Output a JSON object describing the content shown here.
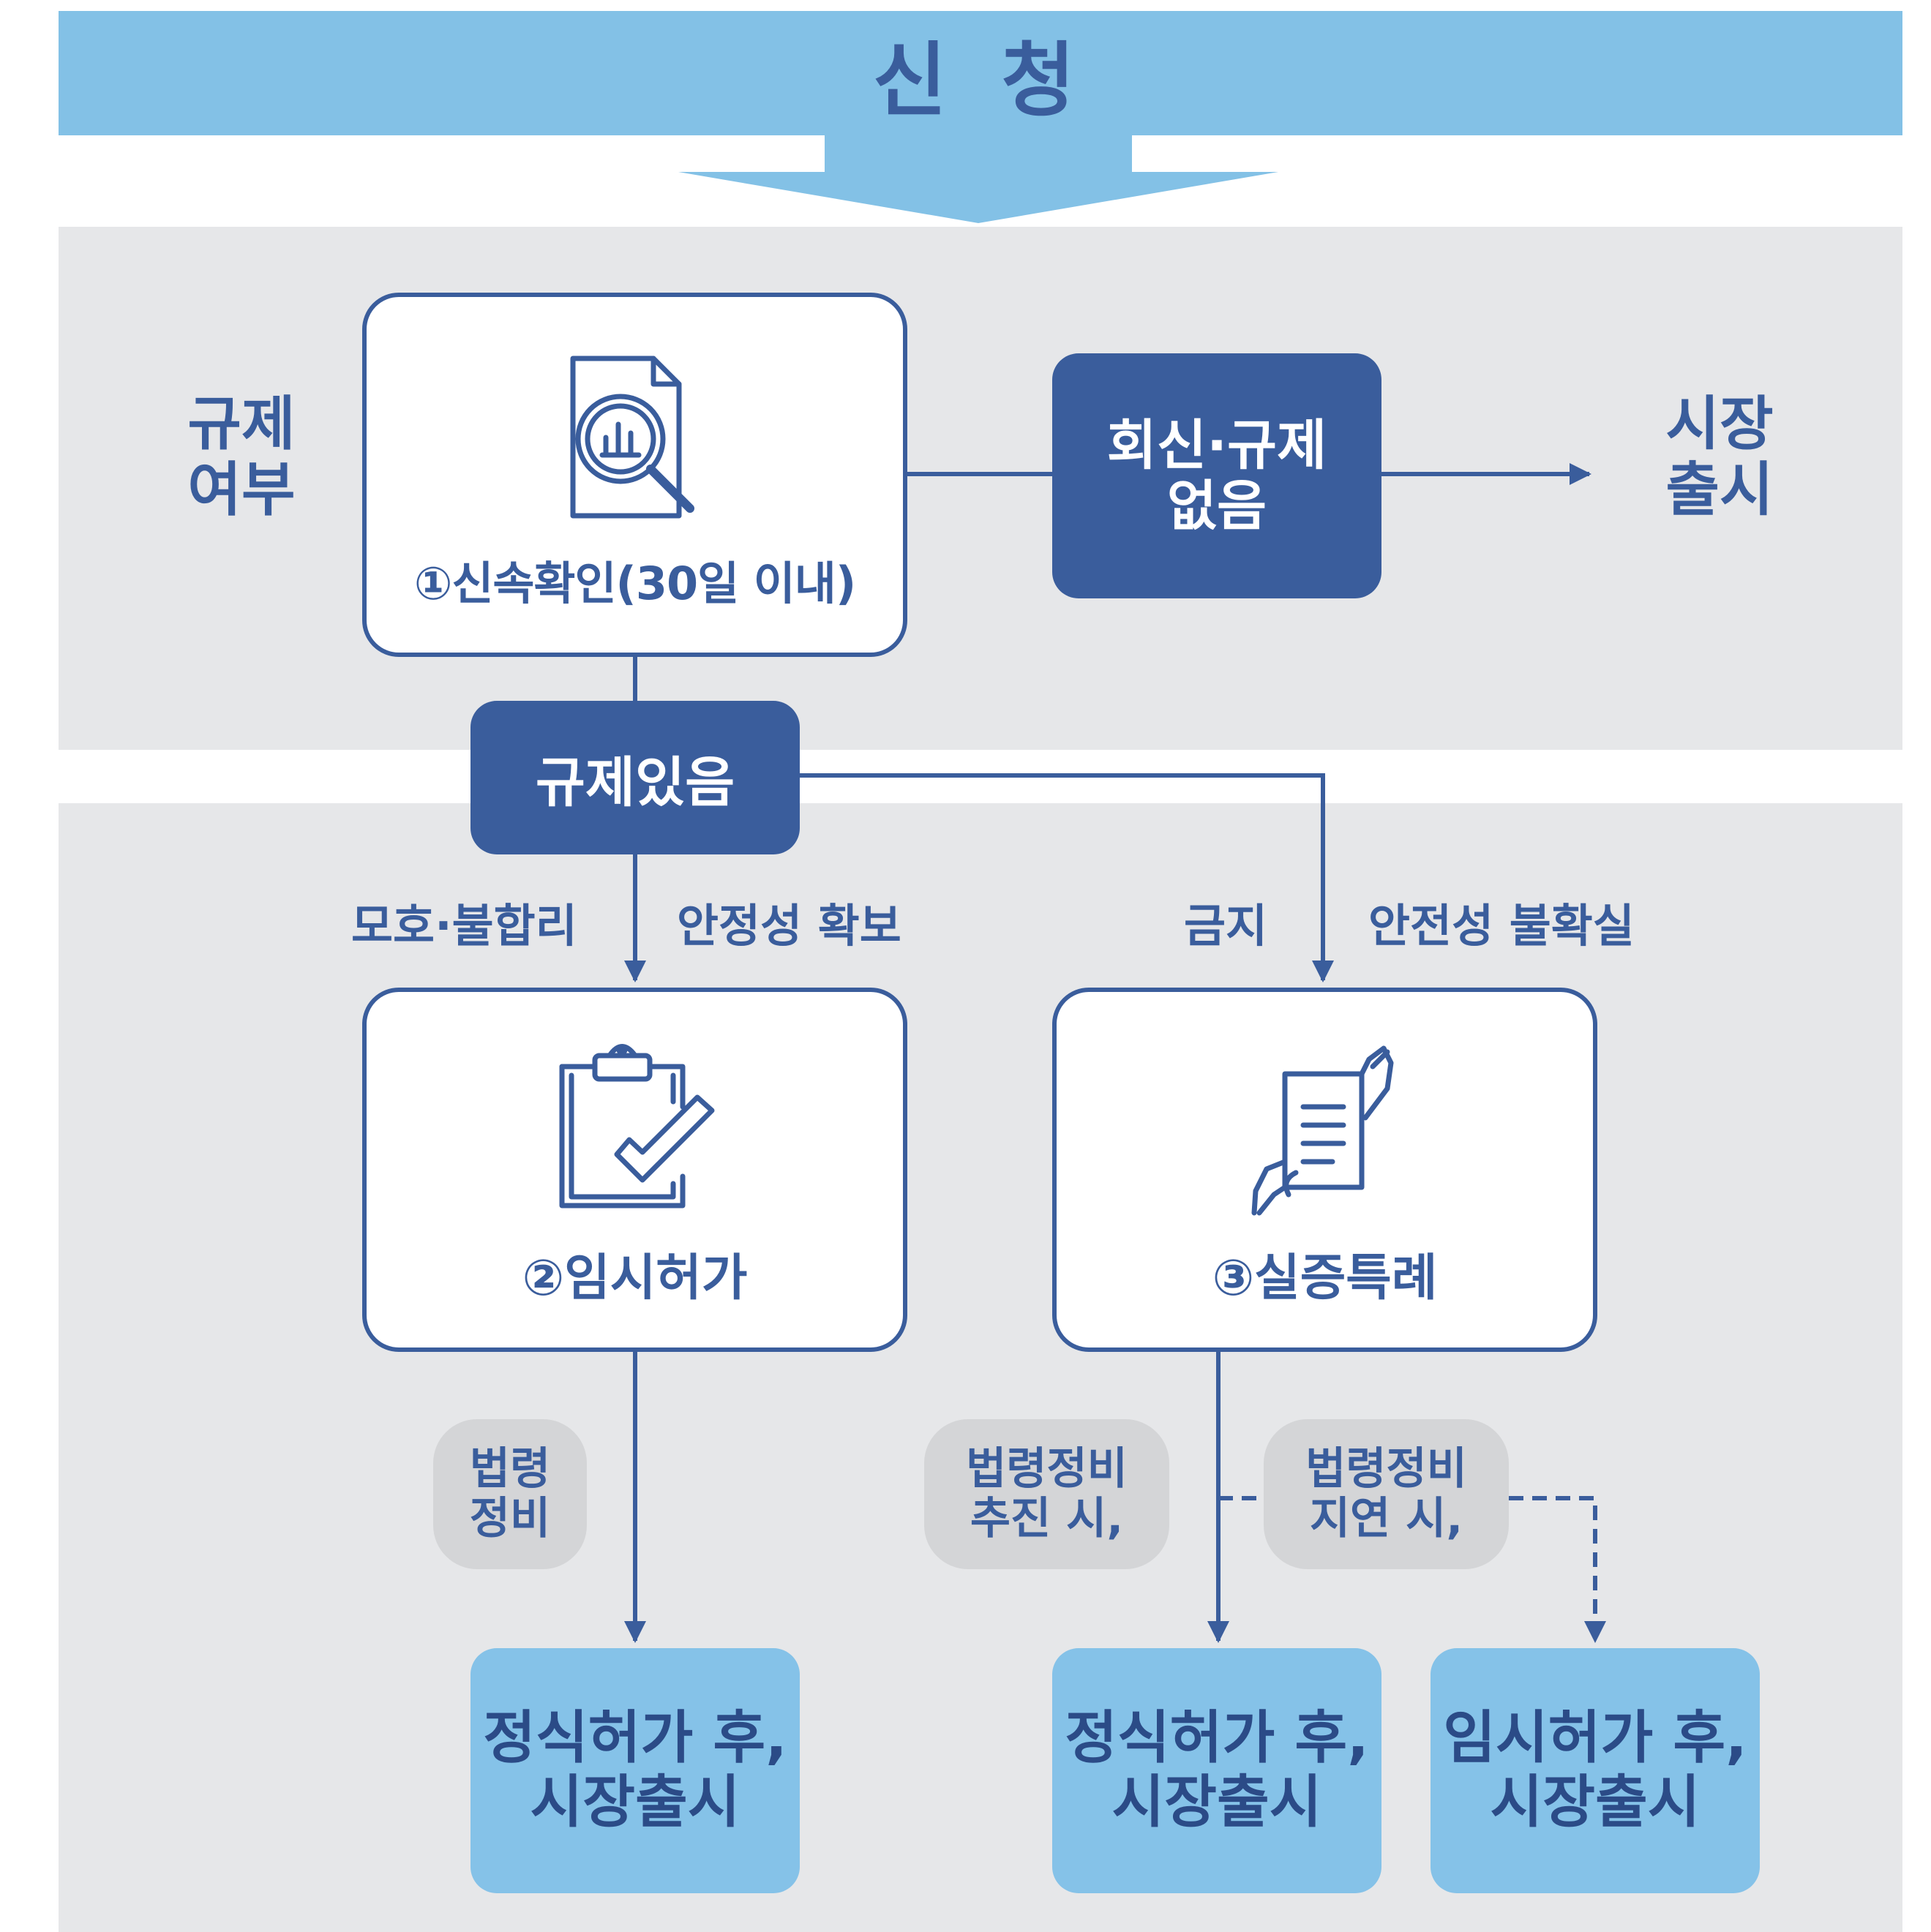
{
  "banner": {
    "title": "신 청"
  },
  "sections": {
    "section1_label": "규제\n여부"
  },
  "nodes": {
    "quick_check": {
      "title": "①신속확인(30일 이내)",
      "icon": "document-search-chart-icon"
    },
    "no_regulation": {
      "label": "회신·규제\n없음"
    },
    "market_launch": {
      "label": "시장\n출시"
    },
    "regulation_exists": {
      "label": "규제있음"
    },
    "temporary_permit": {
      "title": "②임시허가",
      "icon": "clipboard-check-icon"
    },
    "regulatory_sandbox": {
      "title": "③실증특례",
      "icon": "hand-holding-document-icon"
    }
  },
  "edge_labels": {
    "left_a": "모호·불합리",
    "left_b": "안정성 확보",
    "right_a": "금지",
    "right_b": "안전성 불확실"
  },
  "tags": {
    "law_fix": "법령\n정비",
    "law_push": "법령정비\n추진 시,",
    "law_delay": "법령정비\n지연 시,"
  },
  "outcomes": {
    "o1": "정식허가 후,\n시장출시",
    "o2": "정식허가 후,\n시장출시",
    "o3": "임시허가 후,\n시장출시"
  },
  "colors": {
    "primary": "#3a5d9c",
    "banner": "#83c1e6",
    "section_bg": "#e6e7e9",
    "outcome_bg": "#85c2e8",
    "tag_bg": "#d4d5d7"
  }
}
